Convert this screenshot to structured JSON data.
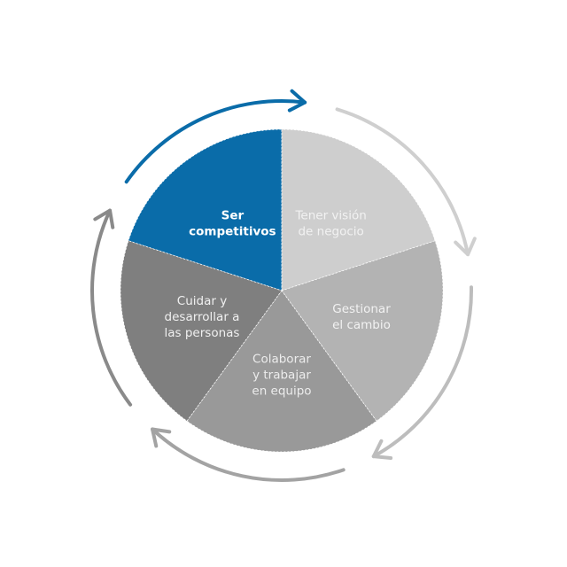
{
  "diagram": {
    "type": "cycle-pie",
    "segments": [
      {
        "id": "ser-competitivos",
        "lines": [
          "Ser",
          "competitivos"
        ],
        "fill": "#0a6ca9",
        "text_color": "#ffffff",
        "bold": true
      },
      {
        "id": "tener-vision-de-negocio",
        "lines": [
          "Tener visión",
          "de negocio"
        ],
        "fill": "#cecece",
        "text_color": "#f2f2f2",
        "bold": false
      },
      {
        "id": "gestionar-el-cambio",
        "lines": [
          "Gestionar",
          "el cambio"
        ],
        "fill": "#b3b3b3",
        "text_color": "#f2f2f2",
        "bold": false
      },
      {
        "id": "colaborar-y-trabajar-en-equipo",
        "lines": [
          "Colaborar",
          "y trabajar",
          "en equipo"
        ],
        "fill": "#999999",
        "text_color": "#ececec",
        "bold": false
      },
      {
        "id": "cuidar-y-desarrollar-a-las-personas",
        "lines": [
          "Cuidar y",
          "desarrollar a",
          "las personas"
        ],
        "fill": "#7f7f7f",
        "text_color": "#f0f0f0",
        "bold": false
      }
    ],
    "arrows": [
      {
        "name": "arrow-to-tener-vision",
        "color": "#0a6ca9"
      },
      {
        "name": "arrow-to-gestionar",
        "color": "#cfcfcf"
      },
      {
        "name": "arrow-to-colaborar",
        "color": "#bdbdbd"
      },
      {
        "name": "arrow-to-cuidar",
        "color": "#a3a3a3"
      },
      {
        "name": "arrow-to-ser-competitivos",
        "color": "#8a8a8a"
      }
    ],
    "direction": "clockwise"
  }
}
